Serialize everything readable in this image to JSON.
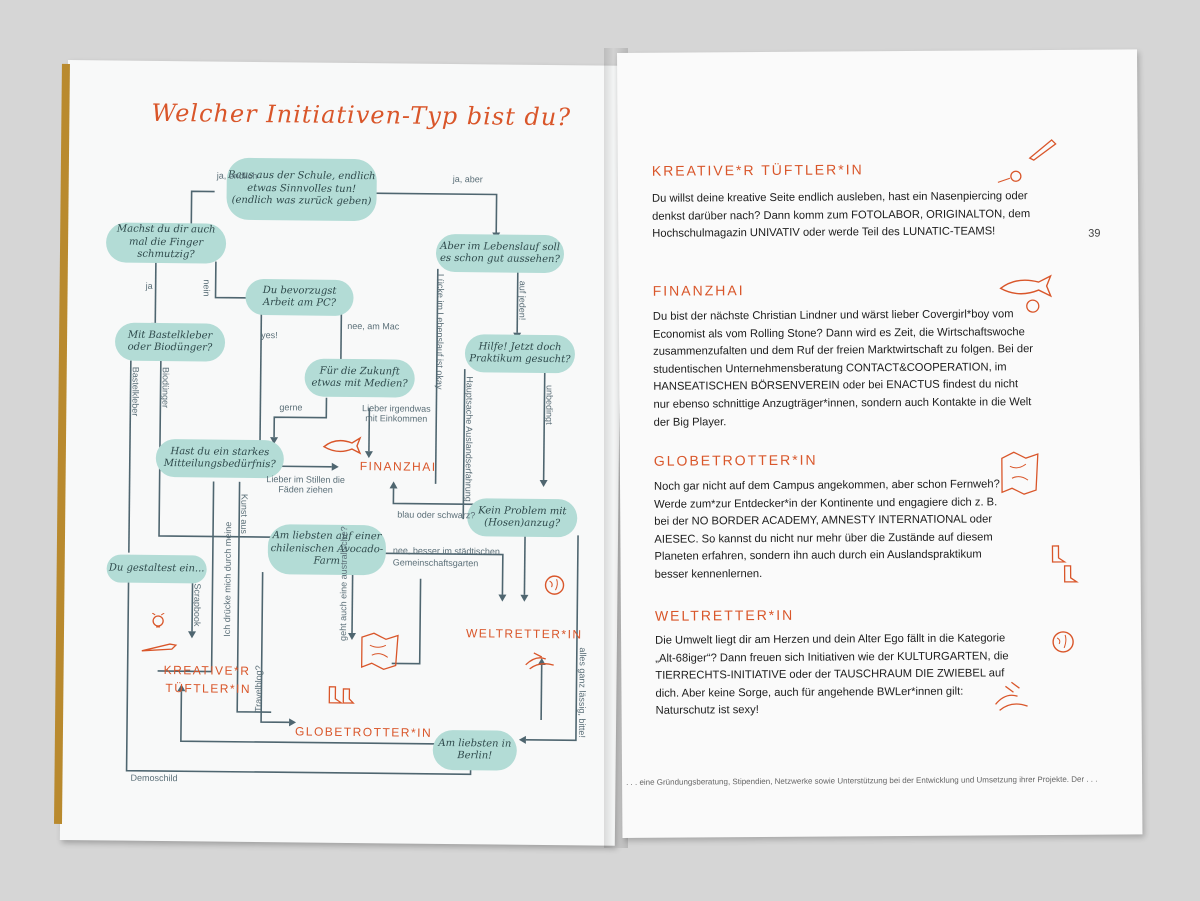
{
  "left_page": {
    "title": "Welcher Initiativen-Typ bist du?",
    "bubbles": {
      "start": "Raus aus der Schule, endlich etwas Sinnvolles tun! (endlich was zurück geben)",
      "hands": "Machst du dir auch mal die Finger schmutzig?",
      "lebenslauf": "Aber im Lebenslauf soll es schon gut aussehen?",
      "pc": "Du bevorzugst Arbeit am PC?",
      "bastel": "Mit Bastelkleber oder Biodünger?",
      "medien": "Für die Zukunft etwas mit Medien?",
      "praktikum": "Hilfe! Jetzt doch Praktikum gesucht?",
      "mitteilung": "Hast du ein starkes Mitteilungsbedürfnis?",
      "anzug": "Kein Problem mit (Hosen)anzug?",
      "avocado": "Am liebsten auf einer chilenischen Avocado-Farm",
      "gestaltest": "Du gestaltest ein...",
      "berlin": "Am liebsten in Berlin!"
    },
    "labels": {
      "ja_endlich": "ja, endlich",
      "ja_aber": "ja, aber",
      "ja": "ja",
      "nein": "nein",
      "yes": "yes!",
      "nee_mac": "nee, am Mac",
      "auf_jeden": "auf jeden!",
      "luecke": "Lücke im Lebenslauf ist okay",
      "biodunger": "Biodünger",
      "bastelkleber": "Bastelkleber",
      "gerne": "gerne",
      "lieber_einkommen": "Lieber irgendwas mit Einkommen",
      "auslands": "Hauptsache Auslandserfahrung",
      "unbedingt": "unbedingt",
      "stillen": "Lieber im Stillen die Fäden ziehen",
      "kunst": "Kunst aus",
      "drucke": "Ich drücke mich durch meine",
      "blau": "blau oder schwarz?",
      "nee_staedt": "nee, besser im städtischen",
      "gemeinschaft": "Gemeinschaftsgarten",
      "australische": "geht auch eine australische?",
      "scrapbook": "Scrapbook",
      "travelblog": "Travelblog?",
      "laessig": "alles ganz lässig, bitte!",
      "demoschild": "Demoschild"
    },
    "results": {
      "finanzhai": "FINANZHAI",
      "weltretter": "WELTRETTER*IN",
      "kreative": "KREATIVE*R",
      "tueftler": "TÜFTLER*IN",
      "globetrotter": "GLOBETROTTER*IN"
    }
  },
  "right_page": {
    "page_number": "39",
    "sections": [
      {
        "heading": "KREATIVE*R TÜFTLER*IN",
        "text": "Du willst deine kreative Seite endlich ausleben, hast ein Nasenpiercing oder denkst darüber nach? Dann komm zum FOTOLABOR, ORIGINALTON, dem Hochschulmagazin UNIVATIV oder werde Teil des LUNATIC-TEAMS!"
      },
      {
        "heading": "FINANZHAI",
        "text": "Du bist der nächste Christian Lindner und wärst lieber Covergirl*boy vom Economist als vom Rolling Stone? Dann wird es Zeit, die Wirtschaftswoche zusammenzufalten und dem Ruf der freien Marktwirtschaft zu folgen. Bei der studentischen Unternehmensberatung CONTACT&COOPERATION, im HANSEATISCHEN BÖRSENVEREIN oder bei ENACTUS findest du nicht nur ebenso schnittige Anzugträger*innen, sondern auch Kontakte in die Welt der Big Player."
      },
      {
        "heading": "GLOBETROTTER*IN",
        "text": "Noch gar nicht auf dem Campus angekommen, aber schon Fernweh? Werde zum*zur Entdecker*in der Kontinente und engagiere dich z. B. bei der NO BORDER ACADEMY, AMNESTY INTERNATIONAL oder AIESEC. So kannst du nicht nur mehr über die Zustände auf diesem Planeten erfahren, sondern ihn auch durch ein Auslandspraktikum besser kennenlernen."
      },
      {
        "heading": "WELTRETTER*IN",
        "text": "Die Umwelt liegt dir am Herzen und dein Alter Ego fällt in die Kategorie „Alt-68iger“? Dann freuen sich Initiativen wie der KULTURGARTEN, die TIERRECHTS-INITIATIVE oder der TAUSCHRAUM DIE ZWIEBEL auf dich. Aber keine Sorge, auch für angehende BWLer*innen gilt: Naturschutz ist sexy!"
      }
    ],
    "footer": ". . . eine Gründungsberatung, Stipendien, Netzwerke sowie Unterstützung bei der Entwicklung und Umsetzung ihrer Projekte. Der . . ."
  }
}
